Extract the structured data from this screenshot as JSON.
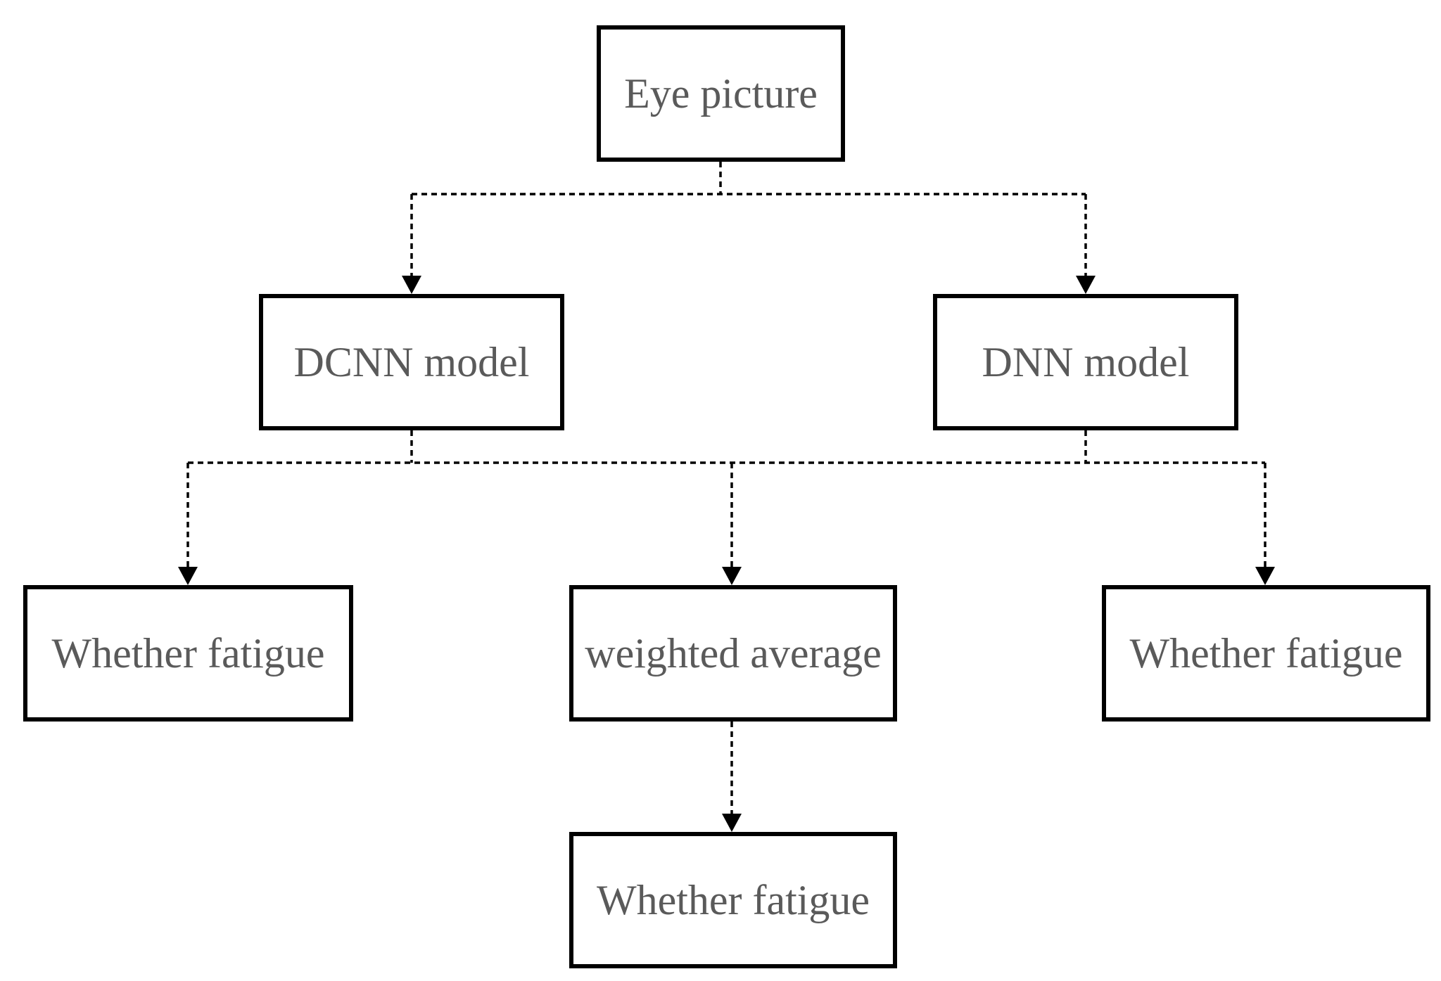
{
  "nodes": {
    "eye_picture": "Eye picture",
    "dcnn_model": "DCNN model",
    "dnn_model": "DNN model",
    "whether_fatigue_left": "Whether fatigue",
    "weighted_average": "weighted average",
    "whether_fatigue_right": "Whether fatigue",
    "whether_fatigue_bottom": "Whether fatigue"
  },
  "edges": [
    {
      "from": "eye_picture",
      "to": "dcnn_model",
      "style": "dashed"
    },
    {
      "from": "eye_picture",
      "to": "dnn_model",
      "style": "dashed"
    },
    {
      "from": "dcnn_model",
      "to": "whether_fatigue_left",
      "style": "dashed"
    },
    {
      "from": "dcnn_model",
      "to": "weighted_average",
      "style": "dashed"
    },
    {
      "from": "dnn_model",
      "to": "weighted_average",
      "style": "dashed"
    },
    {
      "from": "dnn_model",
      "to": "whether_fatigue_right",
      "style": "dashed"
    },
    {
      "from": "weighted_average",
      "to": "whether_fatigue_bottom",
      "style": "dashed"
    }
  ],
  "colors": {
    "border": "#000000",
    "text": "#5a5a5a",
    "edge": "#000000",
    "background": "#ffffff"
  }
}
